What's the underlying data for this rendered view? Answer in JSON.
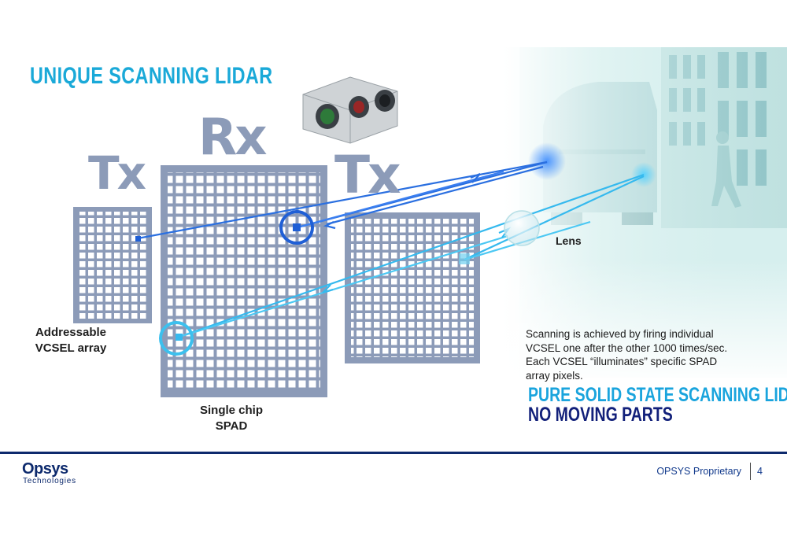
{
  "slide": {
    "title": "UNIQUE SCANNING LIDAR",
    "tx_left": "Tx",
    "rx": "Rx",
    "tx_right": "Tx",
    "vcsel_label": [
      "Addressable",
      "VCSEL array"
    ],
    "spad_label": [
      "Single chip",
      "SPAD"
    ],
    "lens_label": "Lens",
    "description": [
      "Scanning is achieved by firing individual",
      "VCSEL one after the other 1000 times/sec.",
      "Each VCSEL “illuminates” specific SPAD",
      "array pixels."
    ],
    "tagline_1": "PURE SOLID STATE SCANNING LIDAR",
    "tagline_2": "NO MOVING PARTS"
  },
  "footer": {
    "logo_main": "Opsys",
    "logo_sub": "Technologies",
    "proprietary": "OPSYS Proprietary",
    "page_number": "4"
  },
  "colors": {
    "title": "#1aa9d8",
    "grid": "#8c9bb8",
    "tagline_1": "#1aa4dd",
    "tagline_2": "#12207a",
    "footer_rule": "#0d2a6d",
    "beam": "#2a7fe0",
    "beam_light": "#35b9ee"
  },
  "icons": {
    "camera_module": "lidar-camera-module-icon",
    "van": "van-scene-icon"
  }
}
